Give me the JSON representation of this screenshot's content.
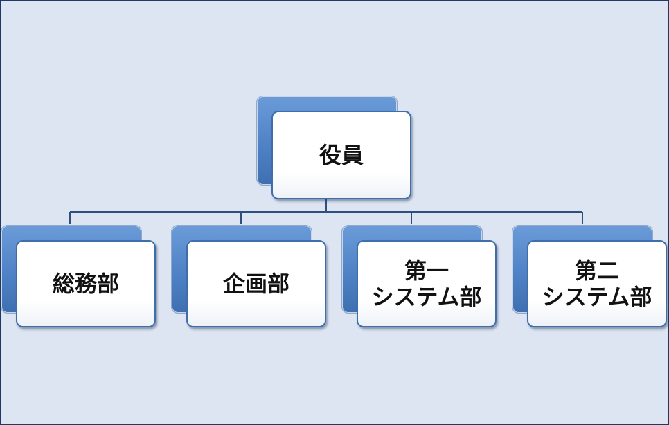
{
  "diagram": {
    "root": {
      "label": "役員"
    },
    "children": [
      {
        "label": "総務部"
      },
      {
        "label": "企画部"
      },
      {
        "label": "第一\nシステム部"
      },
      {
        "label": "第二\nシステム部"
      }
    ]
  },
  "colors": {
    "background": "#dce5f1",
    "border": "#1f3864",
    "connector": "#2f4f7f",
    "shadow_box": "#4f82c6",
    "box_fill": "#ffffff",
    "box_border": "#3f6fab"
  }
}
